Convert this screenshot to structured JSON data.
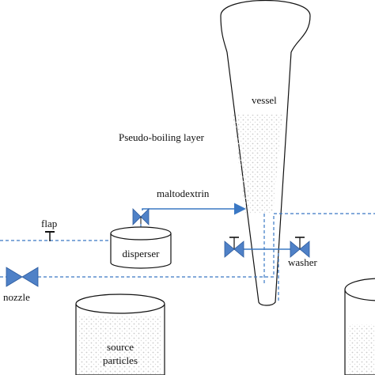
{
  "labels": {
    "vessel": "vessel",
    "pseudo_boiling": "Pseudo-boiling layer",
    "maltodextrin": "maltodextrin",
    "flap": "flap",
    "disperser": "disperser",
    "washer": "washer",
    "nozzle": "nozzle",
    "source_line1": "source",
    "source_line2": "particles"
  },
  "colors": {
    "pipe": "#3a78c4",
    "valve": "#4f81c7",
    "outline": "#111111",
    "particles": "#c9c9c9"
  }
}
